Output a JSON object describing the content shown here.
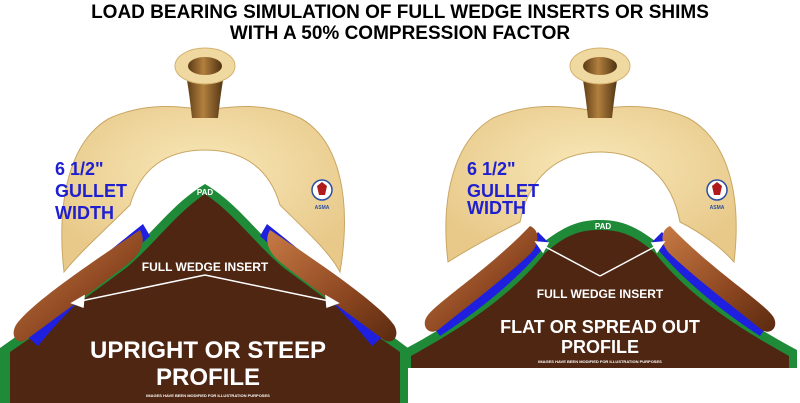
{
  "title": {
    "line1": "LOAD BEARING SIMULATION OF FULL WEDGE INSERTS OR SHIMS",
    "line2": "WITH A 50% COMPRESSION FACTOR"
  },
  "colors": {
    "tree_wood": "#f3dc9f",
    "horn": "#8c5f2a",
    "pad": "#1f8a38",
    "back": "#4e2612",
    "insert": "#1f1fe0",
    "bar": "#a0562a",
    "gullet_text": "#1f1fd0"
  },
  "left_panel": {
    "gullet_width": "6 1/2\"",
    "gullet_word": "GULLET",
    "width_word": "WIDTH",
    "pad_label": "PAD",
    "insert_label": "FULL WEDGE INSERT",
    "profile_line1": "UPRIGHT OR STEEP",
    "profile_line2": "PROFILE",
    "disclaimer": "IMAGES HAVE BEEN MODIFIED FOR ILLUSTRATION PURPOSES",
    "logo_text": "ASMA"
  },
  "right_panel": {
    "gullet_width": "6 1/2\"",
    "gullet_word": "GULLET",
    "width_word": "WIDTH",
    "pad_label": "PAD",
    "insert_label": "FULL WEDGE INSERT",
    "profile_line1": "FLAT OR SPREAD OUT",
    "profile_line2": "PROFILE",
    "disclaimer": "IMAGES HAVE BEEN MODIFIED FOR ILLUSTRATION PURPOSES",
    "logo_text": "ASMA"
  }
}
